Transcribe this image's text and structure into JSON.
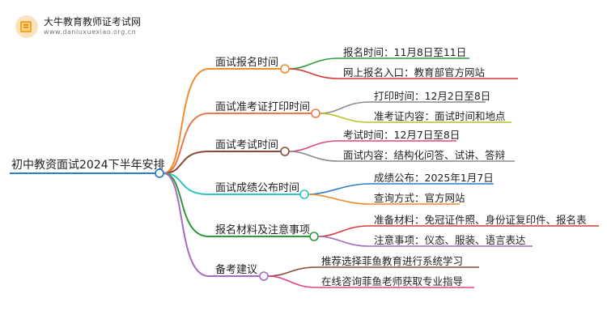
{
  "logo": {
    "title": "大牛教育教师证考试网",
    "url": "www.daniuxuexiao.org.cn"
  },
  "root": {
    "label": "初中教资面试2024下半年安排",
    "color": "#2E7EC2"
  },
  "branches": [
    {
      "label": "面试报名时间",
      "color": "#F08C2A",
      "items": [
        {
          "label": "报名时间：11月8日至11日",
          "color": "#2F9A3A"
        },
        {
          "label": "网上报名入口：教育部官方网站",
          "color": "#D93A3A"
        }
      ]
    },
    {
      "label": "面试准考证打印时间",
      "color": "#E87A4A",
      "items": [
        {
          "label": "打印时间：12月2日至8日",
          "color": "#8C8C8C"
        },
        {
          "label": "准考证内容：面试时间和地点",
          "color": "#B8C22A"
        }
      ]
    },
    {
      "label": "面试考试时间",
      "color": "#8A4A3A",
      "items": [
        {
          "label": "考试时间：12月7日至8日",
          "color": "#E0457B"
        },
        {
          "label": "面试内容：结构化问答、试讲、答辩",
          "color": "#8C8C8C"
        }
      ]
    },
    {
      "label": "面试成绩公布时间",
      "color": "#2EC4C0",
      "items": [
        {
          "label": "成绩公布：2025年1月7日",
          "color": "#2E7EC2"
        },
        {
          "label": "查询方式：官方网站",
          "color": "#F08C2A"
        }
      ]
    },
    {
      "label": "报名材料及注意事项",
      "color": "#2F9A3A",
      "items": [
        {
          "label": "准备材料：免冠证件照、身份证复印件、报名表",
          "color": "#D93A3A"
        },
        {
          "label": "注意事项：仪态、服装、语言表达",
          "color": "#A56CC1"
        }
      ]
    },
    {
      "label": "备考建议",
      "color": "#A56CC1",
      "items": [
        {
          "label": "推荐选择菲鱼教育进行系统学习",
          "color": "#8A4A3A"
        },
        {
          "label": "在线咨询菲鱼老师获取专业指导",
          "color": "#E0457B"
        }
      ]
    }
  ]
}
